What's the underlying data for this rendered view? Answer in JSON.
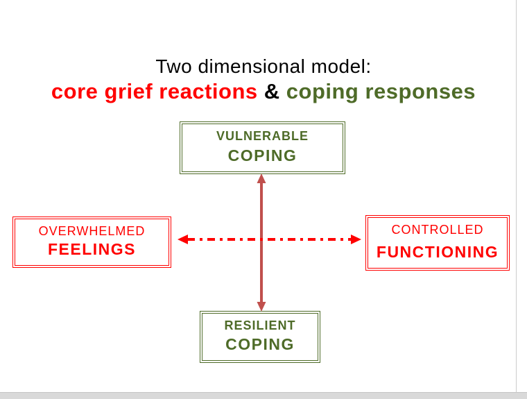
{
  "title": {
    "line1": "Two dimensional model:",
    "line2_red": "core grief reactions",
    "line2_amp": " & ",
    "line2_green": "coping responses"
  },
  "boxes": {
    "top": {
      "line1": "VULNERABLE",
      "line2": "COPING"
    },
    "left": {
      "line1": "OVERWHELMED",
      "line2": "FEELINGS"
    },
    "right": {
      "line1": "CONTROLLED",
      "line2": "FUNCTIONING"
    },
    "bottom": {
      "line1": "RESILIENT",
      "line2": "COPING"
    }
  },
  "arrows": {
    "vertical_style": "solid",
    "horizontal_style": "dash-dot"
  },
  "colors": {
    "bright_red": "#ff0000",
    "muted_red": "#c0504d",
    "dark_green": "#4e6b28",
    "ink": "#000000",
    "bottom_bar": "#d9d9d9",
    "window_edge": "#cccccc"
  }
}
